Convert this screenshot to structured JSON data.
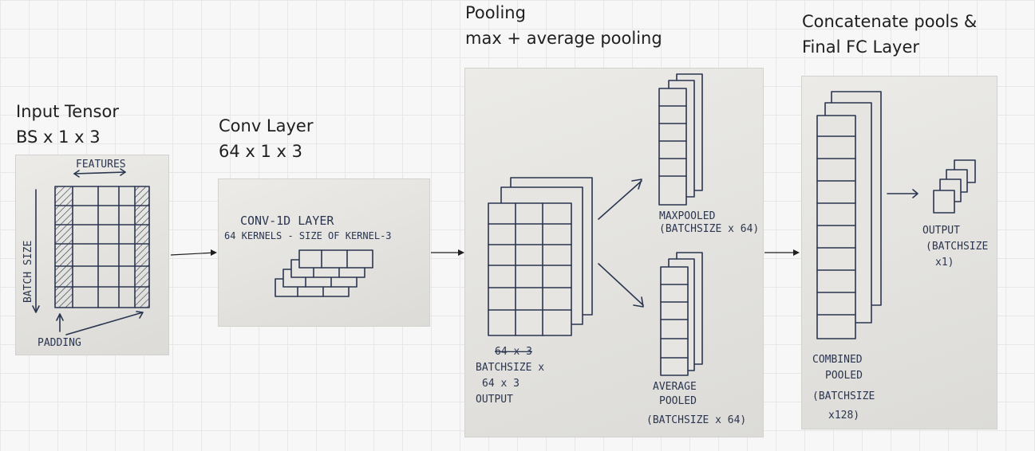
{
  "stages": {
    "input": {
      "title_line1": "Input Tensor",
      "title_line2": "BS x 1 x 3",
      "sketch": {
        "top": "FEATURES",
        "side": "BATCH SIZE",
        "bottom": "PADDING"
      }
    },
    "conv": {
      "title_line1": "Conv Layer",
      "title_line2": "64 x 1 x 3",
      "sketch": {
        "line1": "CONV-1D LAYER",
        "line2": "64 KERNELS - SIZE OF KERNEL-3"
      }
    },
    "pooling": {
      "title_line1": "Pooling",
      "title_line2": "max + average pooling",
      "sketch": {
        "struck": "64 x 3",
        "input_line1": "BATCHSIZE x",
        "input_line2": "64 x 3",
        "input_line3": "OUTPUT",
        "max_line1": "MAXPOOLED",
        "max_line2": "(BATCHSIZE x 64)",
        "avg_line1": "AVERAGE",
        "avg_line2": "POOLED",
        "avg_line3": "(BATCHSIZE x 64)"
      }
    },
    "final": {
      "title_line1": "Concatenate pools &",
      "title_line2": "Final FC Layer",
      "sketch": {
        "combined_line1": "COMBINED",
        "combined_line2": "POOLED",
        "combined_line3": "(BATCHSIZE",
        "combined_line4": "x128)",
        "output_line1": "OUTPUT",
        "output_line2": "(BATCHSIZE",
        "output_line3": "x1)"
      }
    }
  },
  "colors": {
    "ink": "#2a3550",
    "paper": "#e6e5e1",
    "canvas": "#f7f7f7",
    "grid": "#e7e7e7"
  }
}
